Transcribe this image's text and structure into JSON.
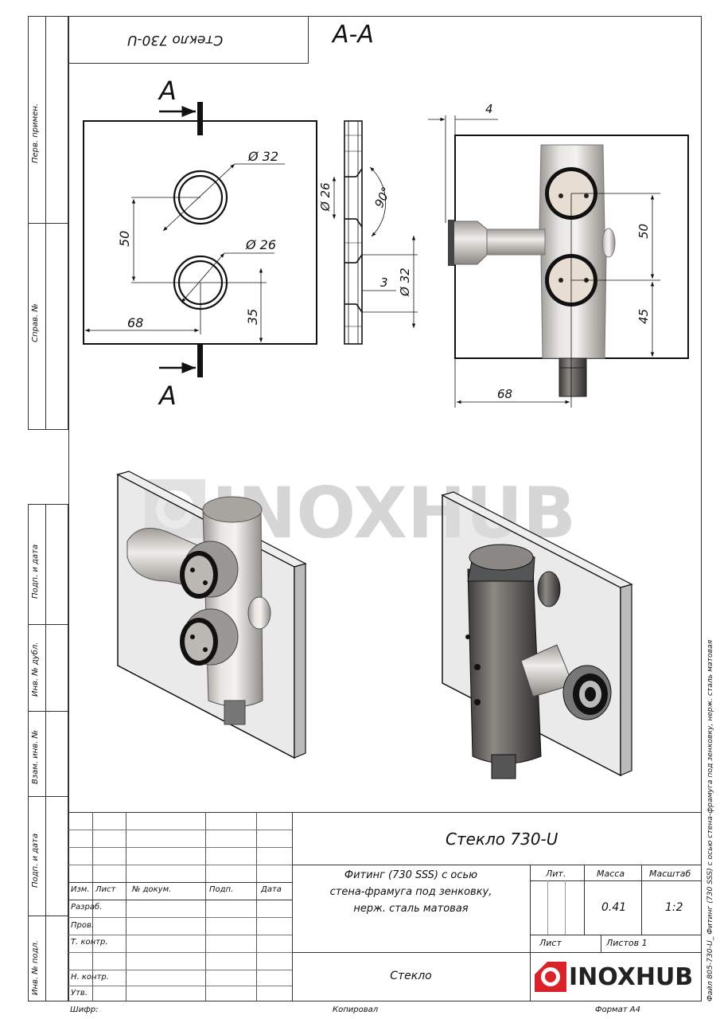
{
  "stamp_title": "Стекло 730-U",
  "section_label": "A-A",
  "cut_letter": "A",
  "dims": {
    "d32_front": "Ø 32",
    "d26_front": "Ø 26",
    "d50_front": "50",
    "d68_front": "68",
    "d35_front": "35",
    "d26_side": "Ø 26",
    "d90_side": "90°",
    "d3_side": "3",
    "d32_side": "Ø 32",
    "d4_right": "4",
    "d50_right": "50",
    "d45_right": "45",
    "d68_right": "68"
  },
  "watermark": "INOXHUB",
  "left_strip": {
    "perv_primen": "Перв. примен.",
    "sprav_no": "Справ. №",
    "podp_data_1": "Подп. и дата",
    "inv_dubl": "Инв. № дубл.",
    "vzam_inv": "Взам. инв. №",
    "podp_data_2": "Подп. и дата",
    "inv_podl": "Инв. № подл."
  },
  "title_block": {
    "designation": "Стекло 730-U",
    "name_line1": "Фитинг (730 SSS) с осью",
    "name_line2": "стена-фрамуга под зенковку,",
    "name_line3": "нерж. сталь матовая",
    "material": "Стекло",
    "col_izm": "Изм.",
    "col_list": "Лист",
    "col_dokum": "№ докум.",
    "col_podp": "Подп.",
    "col_data": "Дата",
    "razrab": "Разраб.",
    "prov": "Пров.",
    "t_kontr": "Т. контр.",
    "n_kontr": "Н. контр.",
    "utv": "Утв.",
    "lit": "Лит.",
    "massa": "Масса",
    "masshtab": "Масштаб",
    "massa_value": "0.41",
    "masshtab_value": "1:2",
    "list": "Лист",
    "listov": "Листов 1",
    "logo_text": "INOXHUB"
  },
  "footer": {
    "shifr": "Шифр:",
    "kopiroval": "Копировал",
    "format": "Формат А4"
  },
  "side_file_note": "Файл 805-730-U_ Фитинг (730 SSS) с осью стена-фрамуга под зенковку, нерж. сталь матовая",
  "colors": {
    "brand_red": "#d9222a",
    "metal": "#b8b5b0",
    "glass": "#d9d9d9"
  }
}
